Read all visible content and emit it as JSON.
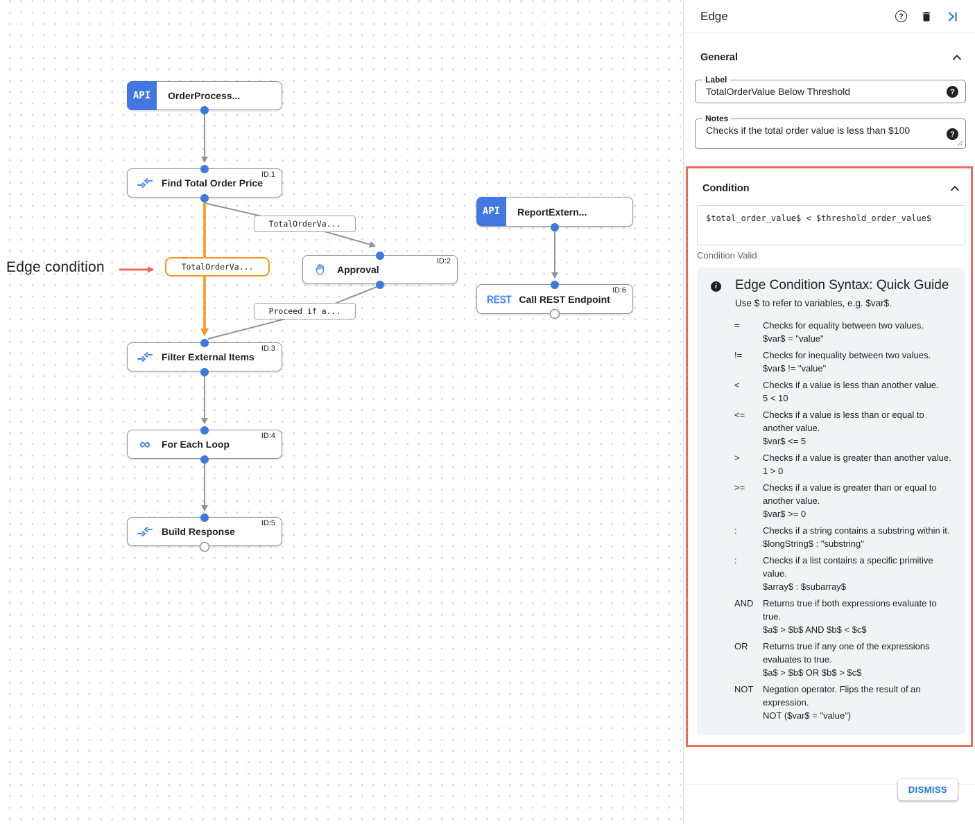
{
  "canvas": {
    "annotation": {
      "label": "Edge condition"
    },
    "badges": {
      "api": "API",
      "rest": "REST",
      "loop_glyph": "∞"
    },
    "nodes": [
      {
        "title": "OrderProcess...",
        "id": ""
      },
      {
        "title": "Find Total Order Price",
        "id": "ID:1"
      },
      {
        "title": "Approval",
        "id": "ID:2"
      },
      {
        "title": "ReportExtern...",
        "id": ""
      },
      {
        "title": "Call REST Endpoint",
        "id": "ID:6"
      },
      {
        "title": "Filter External Items",
        "id": "ID:3"
      },
      {
        "title": "For Each Loop",
        "id": "ID:4"
      },
      {
        "title": "Build Response",
        "id": "ID:5"
      }
    ],
    "edge_labels": [
      {
        "text": "TotalOrderVa...",
        "highlighted": false
      },
      {
        "text": "TotalOrderVa...",
        "highlighted": true
      },
      {
        "text": "Proceed if a...",
        "highlighted": false
      }
    ],
    "colors": {
      "edge_highlight": "#f9941e",
      "annotation_red": "#f4685c",
      "node_blue": "#4285f4"
    }
  },
  "panel": {
    "title": "Edge",
    "icons": {
      "help_glyph": "?",
      "info_glyph": "i"
    },
    "general": {
      "heading": "General",
      "label_field": {
        "label": "Label",
        "value": "TotalOrderValue Below Threshold"
      },
      "notes_field": {
        "label": "Notes",
        "value": "Checks if the total order value is less than $100"
      }
    },
    "condition": {
      "heading": "Condition",
      "expression": "$total_order_value$ < $threshold_order_value$",
      "status": "Condition Valid",
      "guide": {
        "title": "Edge Condition Syntax: Quick Guide",
        "intro": "Use $ to refer to variables, e.g. $var$.",
        "rows": [
          {
            "op": "=",
            "desc": "Checks for equality between two values.",
            "example": "$var$ = \"value\""
          },
          {
            "op": "!=",
            "desc": "Checks for inequality between two values.",
            "example": "$var$ != \"value\""
          },
          {
            "op": "<",
            "desc": "Checks if a value is less than another value.",
            "example": "5 < 10"
          },
          {
            "op": "<=",
            "desc": "Checks if a value is less than or equal to another value.",
            "example": "$var$ <= 5"
          },
          {
            "op": ">",
            "desc": "Checks if a value is greater than another value.",
            "example": "1 > 0"
          },
          {
            "op": ">=",
            "desc": "Checks if a value is greater than or equal to another value.",
            "example": "$var$ >= 0"
          },
          {
            "op": ":",
            "desc": "Checks if a string contains a substring within it.",
            "example": "$longString$ : \"substring\""
          },
          {
            "op": ":",
            "desc": "Checks if a list contains a specific primitive value.",
            "example": "$array$ : $subarray$"
          },
          {
            "op": "AND",
            "desc": "Returns true if both expressions evaluate to true.",
            "example": "$a$ > $b$ AND $b$ < $c$"
          },
          {
            "op": "OR",
            "desc": "Returns true if any one of the expressions evaluates to true.",
            "example": "$a$ > $b$ OR $b$ > $c$"
          },
          {
            "op": "NOT",
            "desc": "Negation operator. Flips the result of an expression.",
            "example": "NOT ($var$ = \"value\")"
          }
        ]
      }
    },
    "dismiss_label": "DISMISS"
  }
}
